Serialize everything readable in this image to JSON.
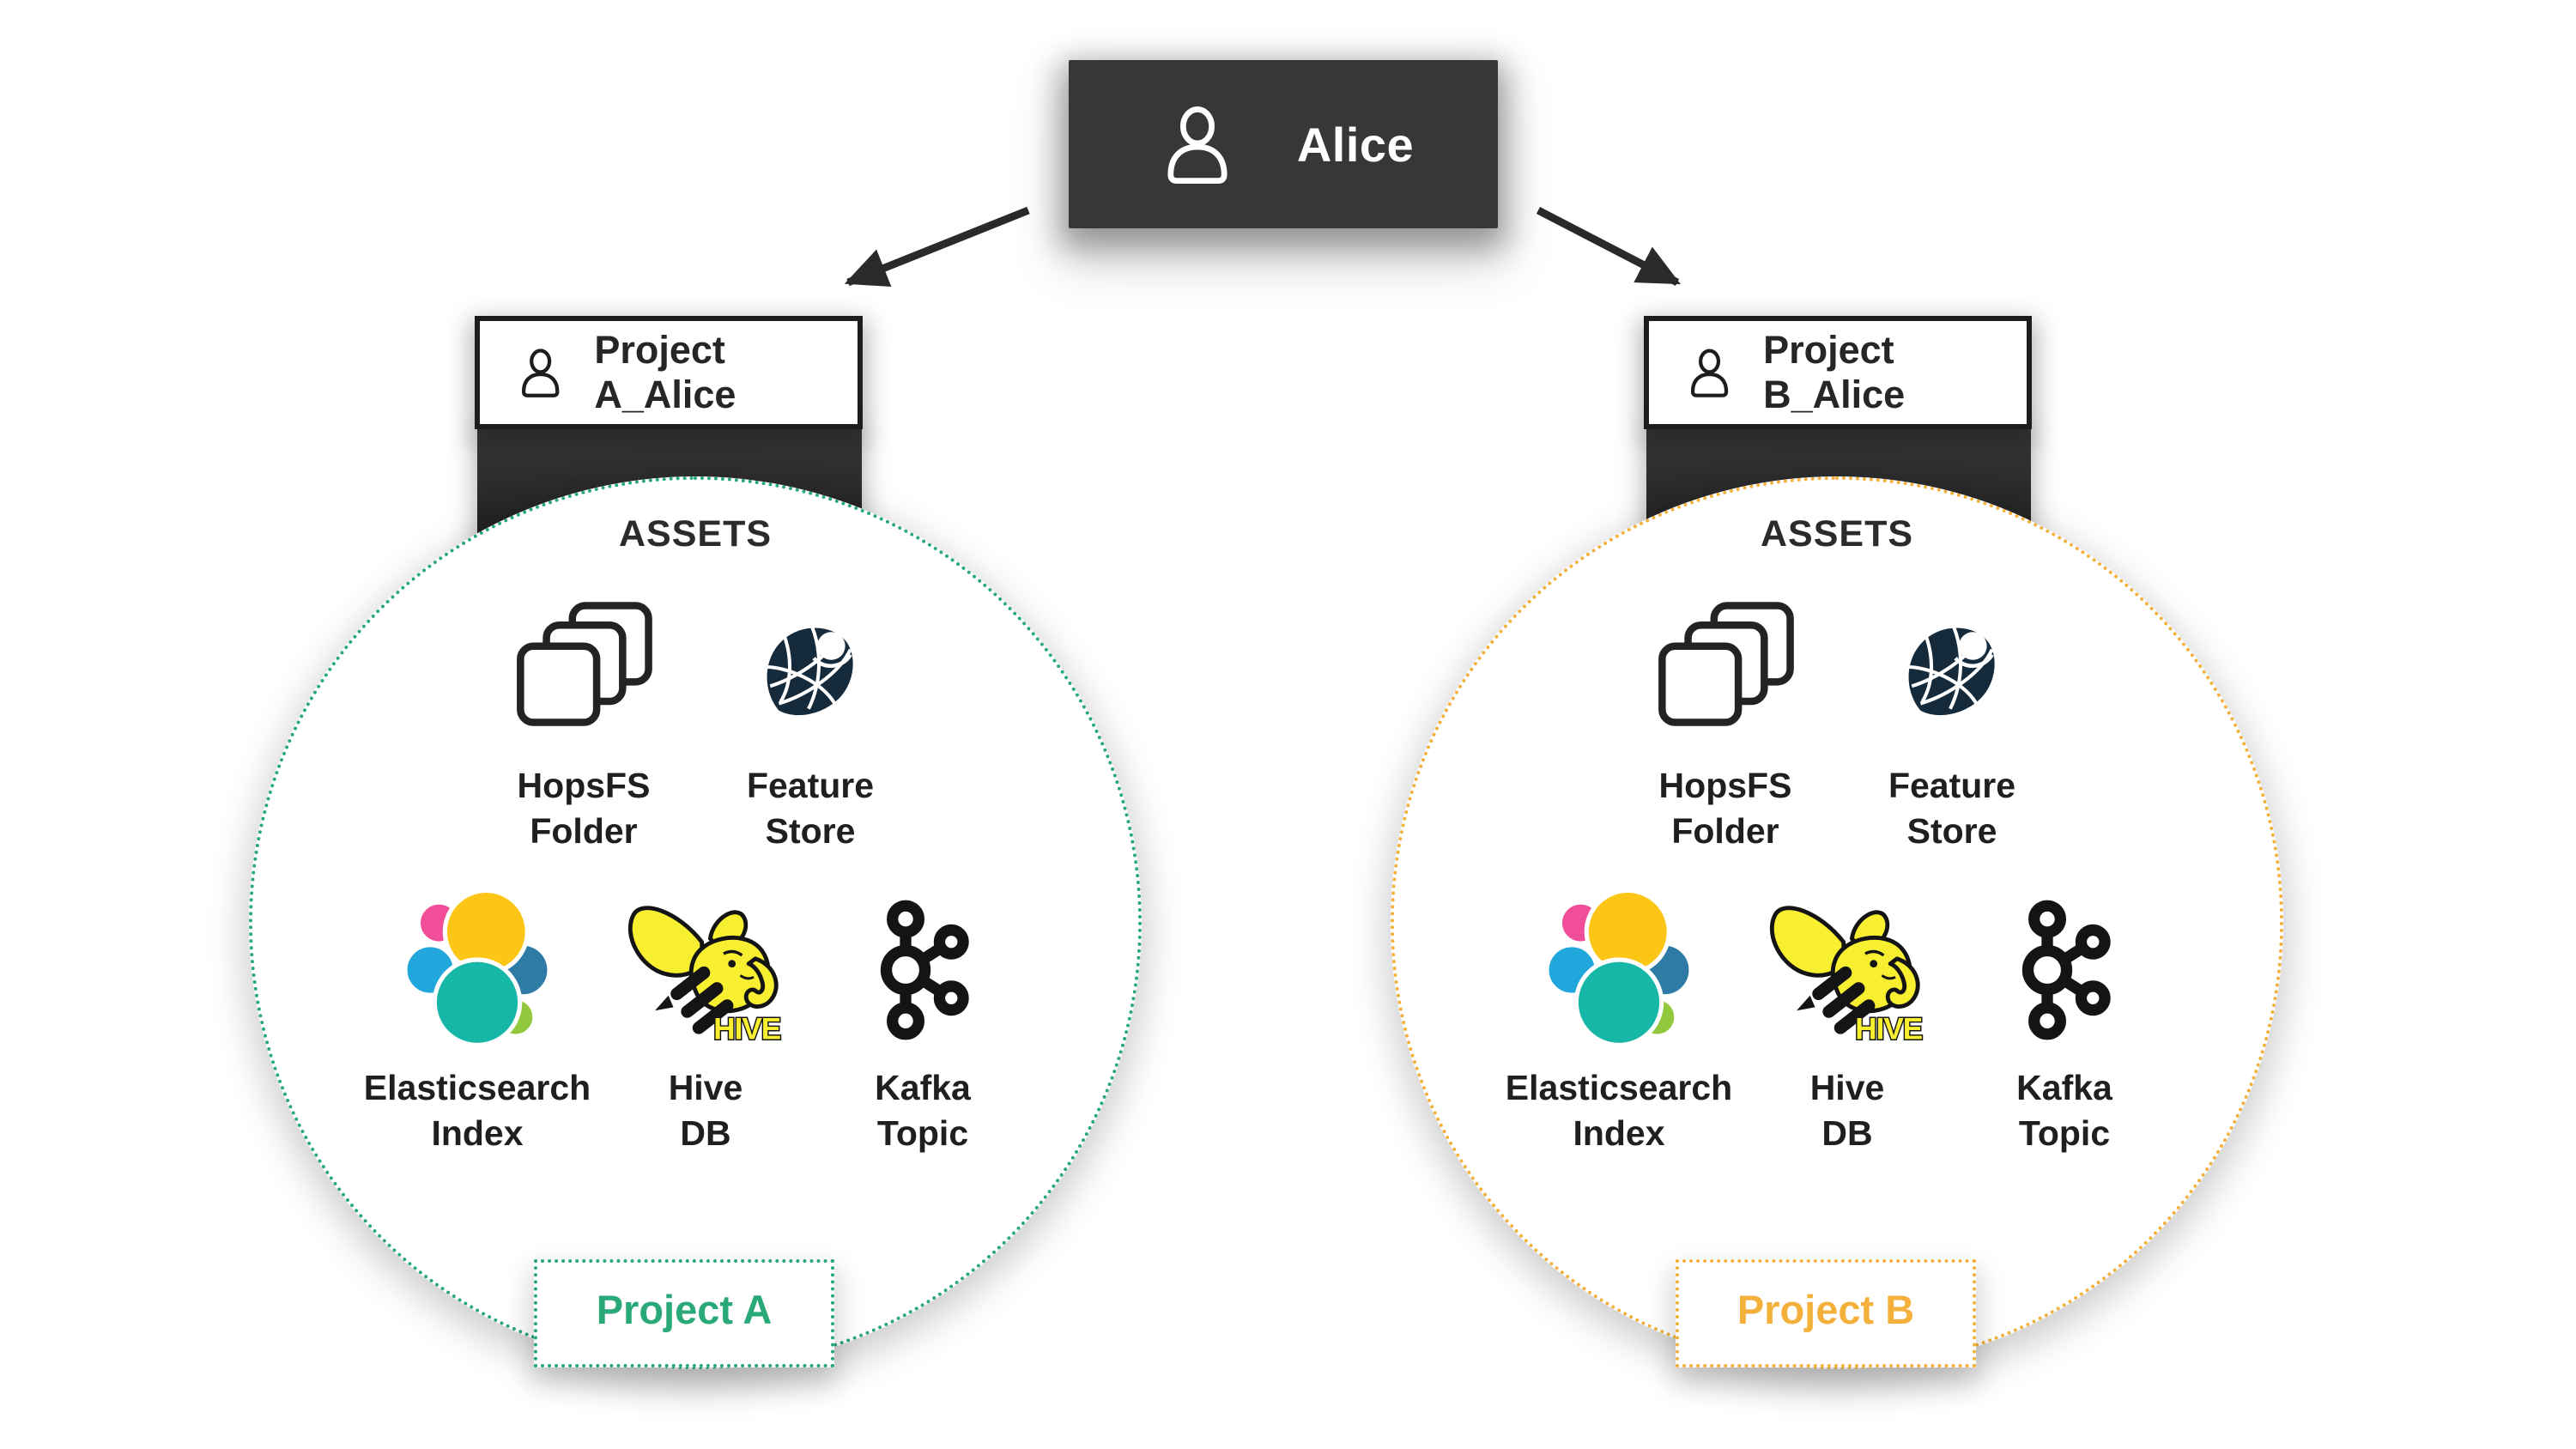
{
  "user": {
    "name": "Alice"
  },
  "projects": [
    {
      "header_label": "Project A_Alice",
      "assets_title": "ASSETS",
      "footer_label": "Project A",
      "accent_color": "#29a878",
      "assets": [
        {
          "icon": "hopsfs-folder-icon",
          "lines": [
            "HopsFS",
            "Folder"
          ]
        },
        {
          "icon": "feature-store-icon",
          "lines": [
            "Feature",
            "Store"
          ]
        },
        {
          "icon": "elasticsearch-icon",
          "lines": [
            "Elasticsearch",
            "Index"
          ]
        },
        {
          "icon": "hive-icon",
          "lines": [
            "Hive",
            "DB"
          ]
        },
        {
          "icon": "kafka-icon",
          "lines": [
            "Kafka",
            "Topic"
          ]
        }
      ]
    },
    {
      "header_label": "Project B_Alice",
      "assets_title": "ASSETS",
      "footer_label": "Project B",
      "accent_color": "#f3b13c",
      "assets": [
        {
          "icon": "hopsfs-folder-icon",
          "lines": [
            "HopsFS",
            "Folder"
          ]
        },
        {
          "icon": "feature-store-icon",
          "lines": [
            "Feature",
            "Store"
          ]
        },
        {
          "icon": "elasticsearch-icon",
          "lines": [
            "Elasticsearch",
            "Index"
          ]
        },
        {
          "icon": "hive-icon",
          "lines": [
            "Hive",
            "DB"
          ]
        },
        {
          "icon": "kafka-icon",
          "lines": [
            "Kafka",
            "Topic"
          ]
        }
      ]
    }
  ],
  "colors": {
    "user_box_bg": "#373737",
    "outline_dark": "#1d1d1d",
    "feature_store_navy": "#152b3c",
    "kafka_black": "#141414",
    "hive_yellow": "#f7ef2f",
    "elastic_yellow": "#fdc515",
    "elastic_pink": "#f04e98",
    "elastic_light_blue": "#22a7dd",
    "elastic_steel_blue": "#2e7ba6",
    "elastic_teal": "#16b7a6",
    "elastic_green": "#92c83e"
  }
}
